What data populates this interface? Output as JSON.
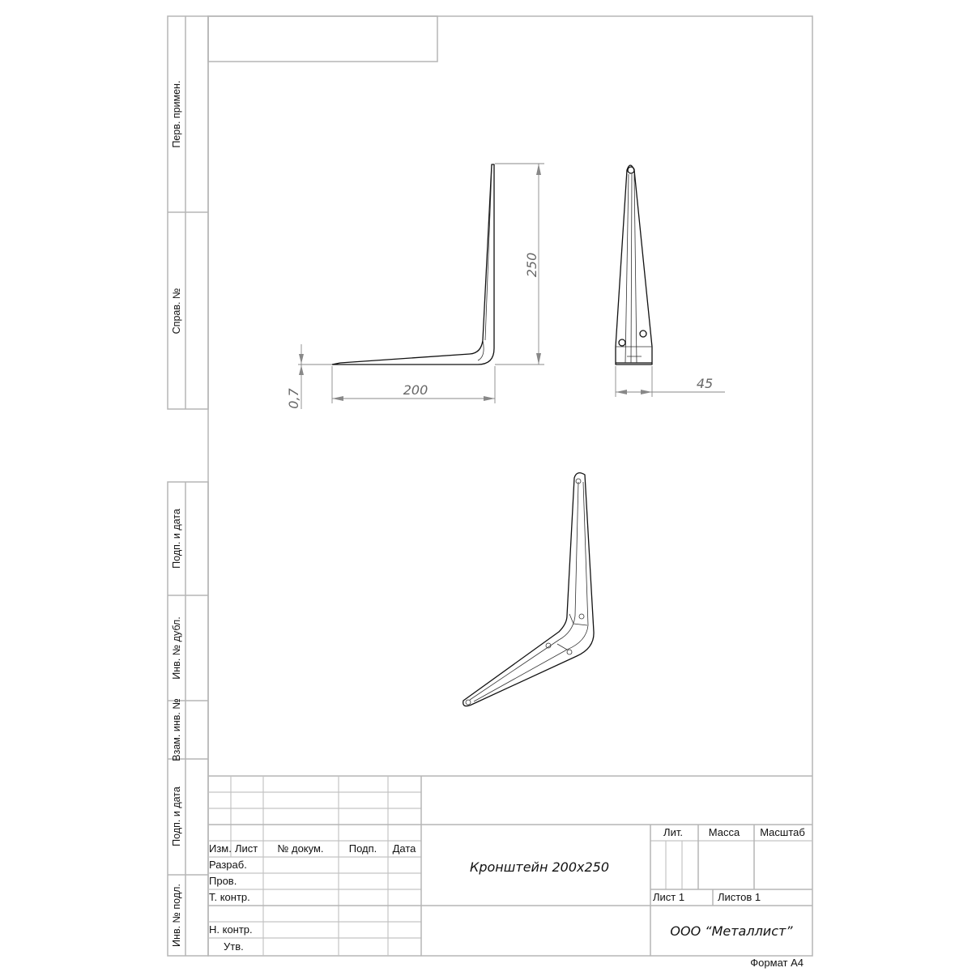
{
  "side_strip": {
    "top": [
      "Перв. примен.",
      "Справ. №"
    ],
    "bottom": [
      "Подп. и дата",
      "Инв. № дубл.",
      "Взам. инв. №",
      "Подп. и дата",
      "Инв. № подл."
    ]
  },
  "dimensions": {
    "height": "250",
    "length": "200",
    "thickness": "0,7",
    "width": "45"
  },
  "title_block": {
    "headers": {
      "izm": "Изм.",
      "list": "Лист",
      "doc": "№ докум.",
      "podp": "Подп.",
      "date": "Дата"
    },
    "roles": {
      "razrab": "Разраб.",
      "prov": "Пров.",
      "tkontr": "Т. контр.",
      "nkontr": "Н. контр.",
      "utv": "Утв."
    },
    "title": "Кронштейн 200x250",
    "lit": "Лит.",
    "mass": "Масса",
    "scale": "Масштаб",
    "sheet": "Лист 1",
    "sheets": "Листов 1",
    "company": "ООО “Металлист”"
  },
  "format": "Формат А4"
}
